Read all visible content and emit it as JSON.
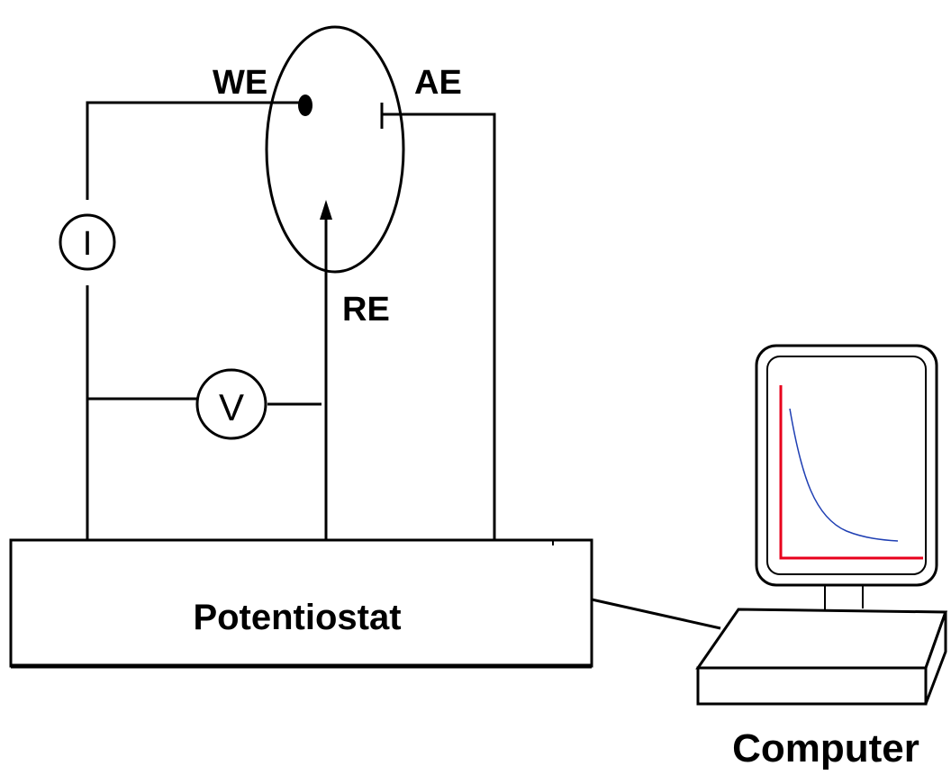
{
  "labels": {
    "working_electrode": "WE",
    "auxiliary_electrode": "AE",
    "reference_electrode": "RE",
    "current_meter": "I",
    "voltage_meter": "V",
    "potentiostat": "Potentiostat",
    "computer": "Computer"
  },
  "colors": {
    "lines": "#000000",
    "screen_axes": "#e8001c",
    "screen_curve": "#1f3fb3",
    "background": "#ffffff"
  }
}
